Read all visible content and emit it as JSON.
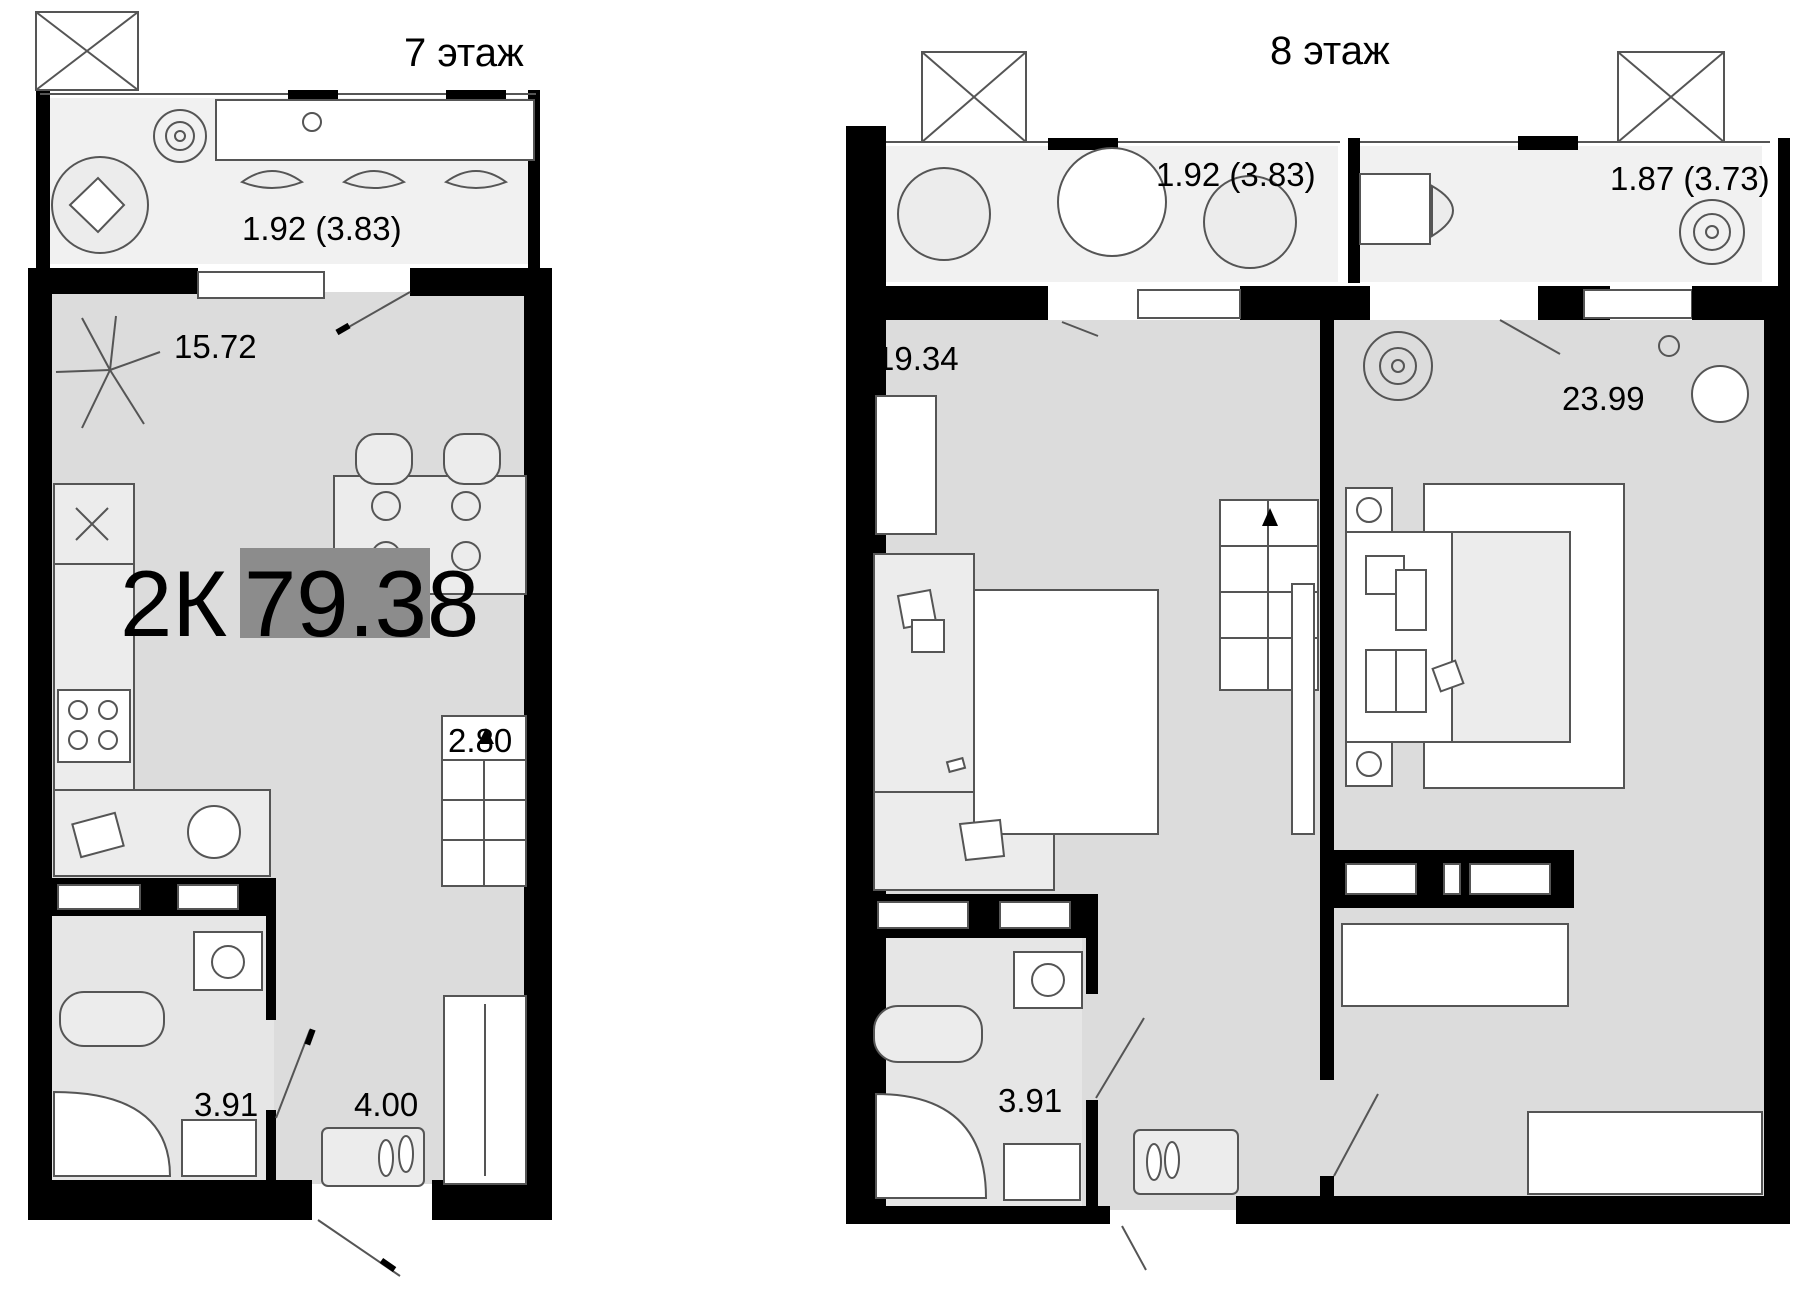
{
  "floors": [
    {
      "title": "7 этаж",
      "rooms": {
        "balcony": "1.92 (3.83)",
        "living": "15.72",
        "stair": "2.80",
        "bath": "3.91",
        "hall": "4.00"
      }
    },
    {
      "title": "8 этаж",
      "rooms": {
        "balcony_left": "1.92 (3.83)",
        "balcony_right": "1.87 (3.73)",
        "living": "19.34",
        "bedroom": "23.99",
        "bath": "3.91"
      }
    }
  ],
  "apartment": {
    "type": "2К",
    "area": "79.38"
  },
  "colors": {
    "wall": "#000000",
    "floor": "#dcdcdc",
    "badge": "#8c8c8c"
  }
}
